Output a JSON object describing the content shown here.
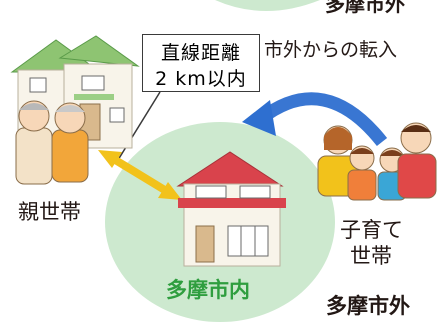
{
  "top_label_partial": "多摩市外",
  "distance_label": {
    "line1": "直線距離",
    "line2": "2 km以内"
  },
  "transfer_label": "市外からの転入",
  "parent_household_label": "親世帯",
  "child_household_label": {
    "line1": "子育て",
    "line2": "世帯"
  },
  "inside_city_label": "多摩市内",
  "outside_city_label": "多摩市外",
  "colors": {
    "inner_circle": "#cde9cf",
    "inside_text": "#2f9e3f",
    "arrow_blue": "#2e6fd0",
    "arrow_yellow": "#f2c21b",
    "roof_red": "#d9434c",
    "roof_green": "#8ec472"
  }
}
